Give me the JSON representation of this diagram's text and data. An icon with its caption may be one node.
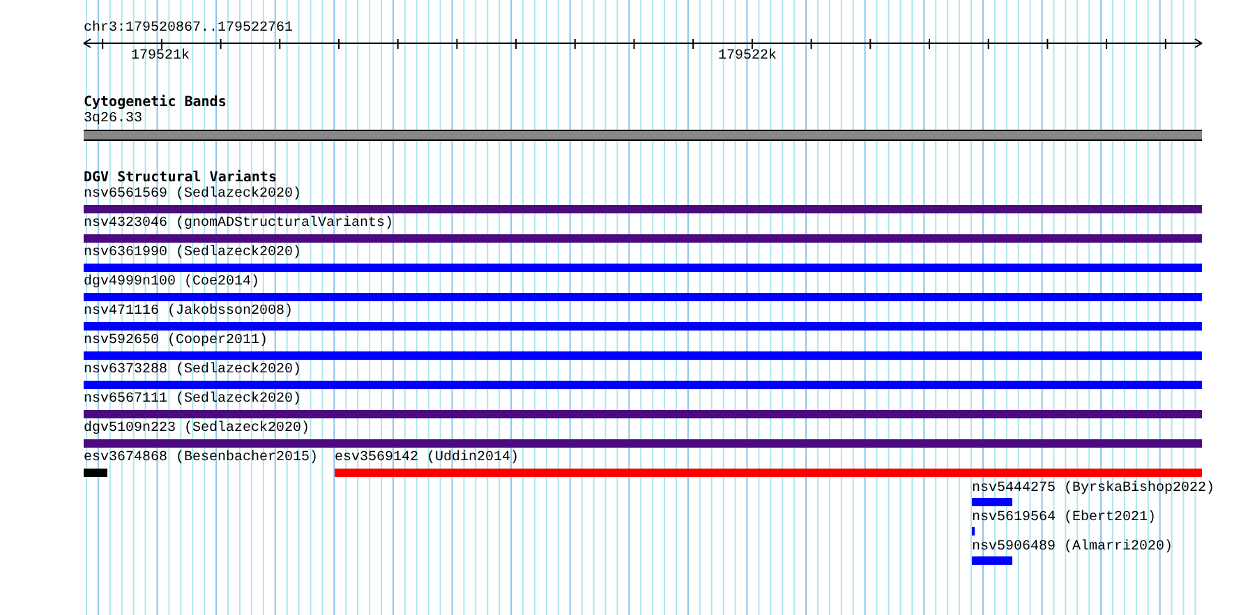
{
  "diagram": {
    "labels": [
      "chr3:179520867..179522761",
      "179521k",
      "179522k",
      "Cytogenetic Bands",
      "3q26.33",
      "DGV Structural Variants",
      "nsv6561569 (Sedlazeck2020)",
      "nsv4323046 (gnomADStructuralVariants)",
      "nsv6361990 (Sedlazeck2020)",
      "dgv4999n100 (Coe2014)",
      "nsv471116 (Jakobsson2008)",
      "nsv592650 (Cooper2011)",
      "nsv6373288 (Sedlazeck2020)",
      "nsv6567111 (Sedlazeck2020)",
      "dgv5109n223 (Sedlazeck2020)",
      "esv3674868 (Besenbacher2015)",
      "esv3569142 (Uddin2014)",
      "nsv5444275 (ByrskaBishop2022)",
      "nsv5619564 (Ebert2021)",
      "nsv5906489 (Almarri2020)"
    ]
  }
}
